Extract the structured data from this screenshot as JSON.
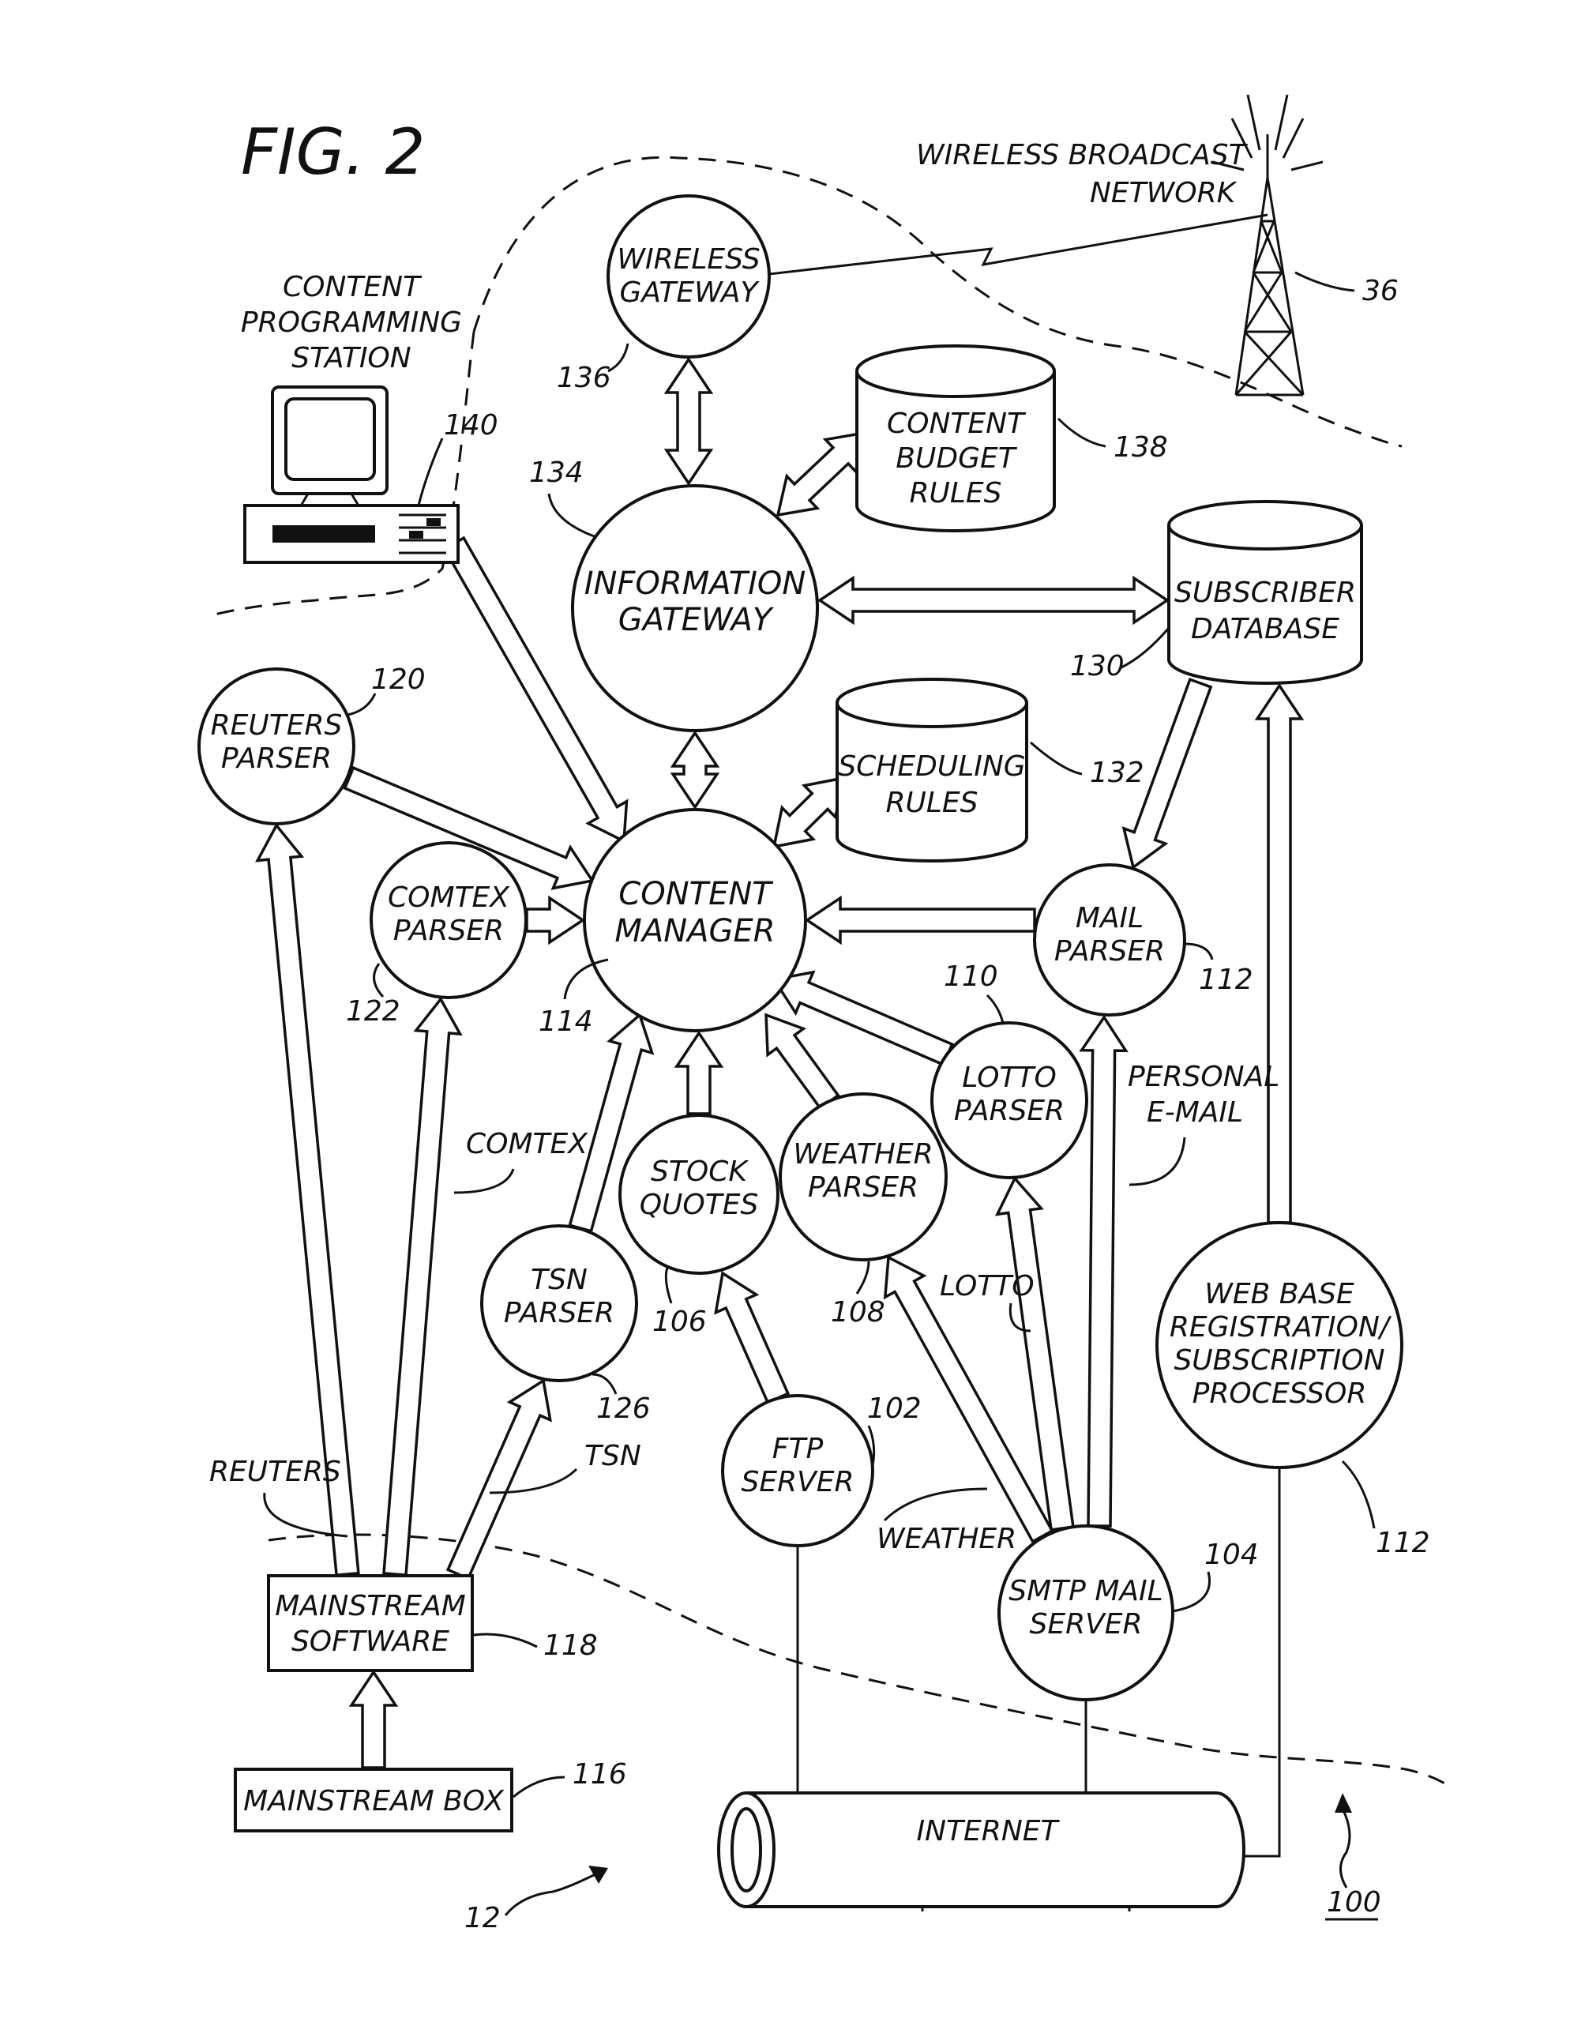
{
  "figure": {
    "title": "FIG. 2"
  },
  "labels": {
    "wireless_broadcast_network": [
      "WIRELESS BROADCAST",
      "NETWORK"
    ],
    "content_programming_station": [
      "CONTENT",
      "PROGRAMMING",
      "STATION"
    ],
    "internet": "INTERNET",
    "comtex_feed": "COMTEX",
    "reuters_feed": "REUTERS",
    "tsn_feed": "TSN",
    "weather_feed": "WEATHER",
    "lotto_feed": "LOTTO",
    "personal_email": [
      "PERSONAL",
      "E-MAIL"
    ]
  },
  "nodes": {
    "wireless_gateway": [
      "WIRELESS",
      "GATEWAY"
    ],
    "information_gateway": [
      "INFORMATION",
      "GATEWAY"
    ],
    "content_manager": [
      "CONTENT",
      "MANAGER"
    ],
    "reuters_parser": [
      "REUTERS",
      "PARSER"
    ],
    "comtex_parser": [
      "COMTEX",
      "PARSER"
    ],
    "tsn_parser": [
      "TSN",
      "PARSER"
    ],
    "stock_quotes": [
      "STOCK",
      "QUOTES"
    ],
    "weather_parser": [
      "WEATHER",
      "PARSER"
    ],
    "lotto_parser": [
      "LOTTO",
      "PARSER"
    ],
    "mail_parser": [
      "MAIL",
      "PARSER"
    ],
    "ftp_server": [
      "FTP",
      "SERVER"
    ],
    "smtp_mail_server": [
      "SMTP  MAIL",
      "SERVER"
    ],
    "web_base_registration": [
      "WEB  BASE",
      "REGISTRATION/",
      "SUBSCRIPTION",
      "PROCESSOR"
    ],
    "content_budget_rules": [
      "CONTENT",
      "BUDGET",
      "RULES"
    ],
    "scheduling_rules": [
      "SCHEDULING",
      "RULES"
    ],
    "subscriber_database": [
      "SUBSCRIBER",
      "DATABASE"
    ],
    "mainstream_software": [
      "MAINSTREAM",
      "SOFTWARE"
    ],
    "mainstream_box": "MAINSTREAM  BOX"
  },
  "refs": {
    "tower": "36",
    "wireless_gateway": "136",
    "content_programming_station": "140",
    "information_gateway": "134",
    "content_budget_rules": "138",
    "subscriber_database": "130",
    "reuters_parser": "120",
    "scheduling_rules": "132",
    "comtex_parser": "122",
    "content_manager": "114",
    "lotto_parser": "110",
    "mail_parser": "112",
    "stock_quotes": "106",
    "weather_parser": "108",
    "tsn_parser": "126",
    "ftp_server": "102",
    "smtp_mail_server": "104",
    "web_base_registration": "112",
    "mainstream_software": "118",
    "mainstream_box": "116",
    "system": "12",
    "network": "100"
  }
}
